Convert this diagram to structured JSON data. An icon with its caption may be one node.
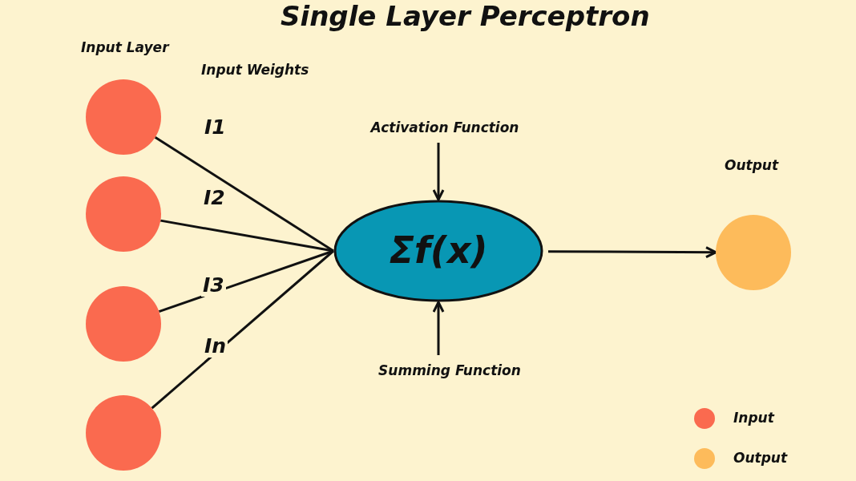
{
  "diagram": {
    "title": "Single Layer Perceptron",
    "nodes": [
      {
        "text": [],
        "shape": "circle"
      },
      {
        "text": [],
        "shape": "circle"
      },
      {
        "text": [],
        "shape": "circle"
      },
      {
        "text": [],
        "shape": "circle"
      },
      {
        "text": [
          "Σf(x)"
        ]
      },
      {
        "text": [],
        "shape": "circle",
        "beside": [
          "Output"
        ]
      },
      {
        "text": [
          "Activation Function"
        ]
      },
      {
        "text": [
          "Summing Function"
        ]
      }
    ],
    "edges": [
      {
        "from": 0,
        "to": 4,
        "arrow": "none",
        "label": "I1"
      },
      {
        "from": 1,
        "to": 4,
        "arrow": "none",
        "label": "I2"
      },
      {
        "from": 2,
        "to": 4,
        "arrow": "none",
        "label": "I3"
      },
      {
        "from": 3,
        "to": 4,
        "arrow": "none",
        "label": "In"
      },
      {
        "from": 4,
        "to": 5,
        "arrow": "to"
      },
      {
        "from": 6,
        "to": 4,
        "arrow": "to"
      },
      {
        "from": 7,
        "to": 4,
        "arrow": "to"
      }
    ],
    "labels": [
      "Input Layer",
      "Input Weights"
    ],
    "legend": [
      {
        "text": "Input",
        "color": "#fa6a4f"
      },
      {
        "text": "Output",
        "color": "#fdbb5b"
      }
    ]
  }
}
